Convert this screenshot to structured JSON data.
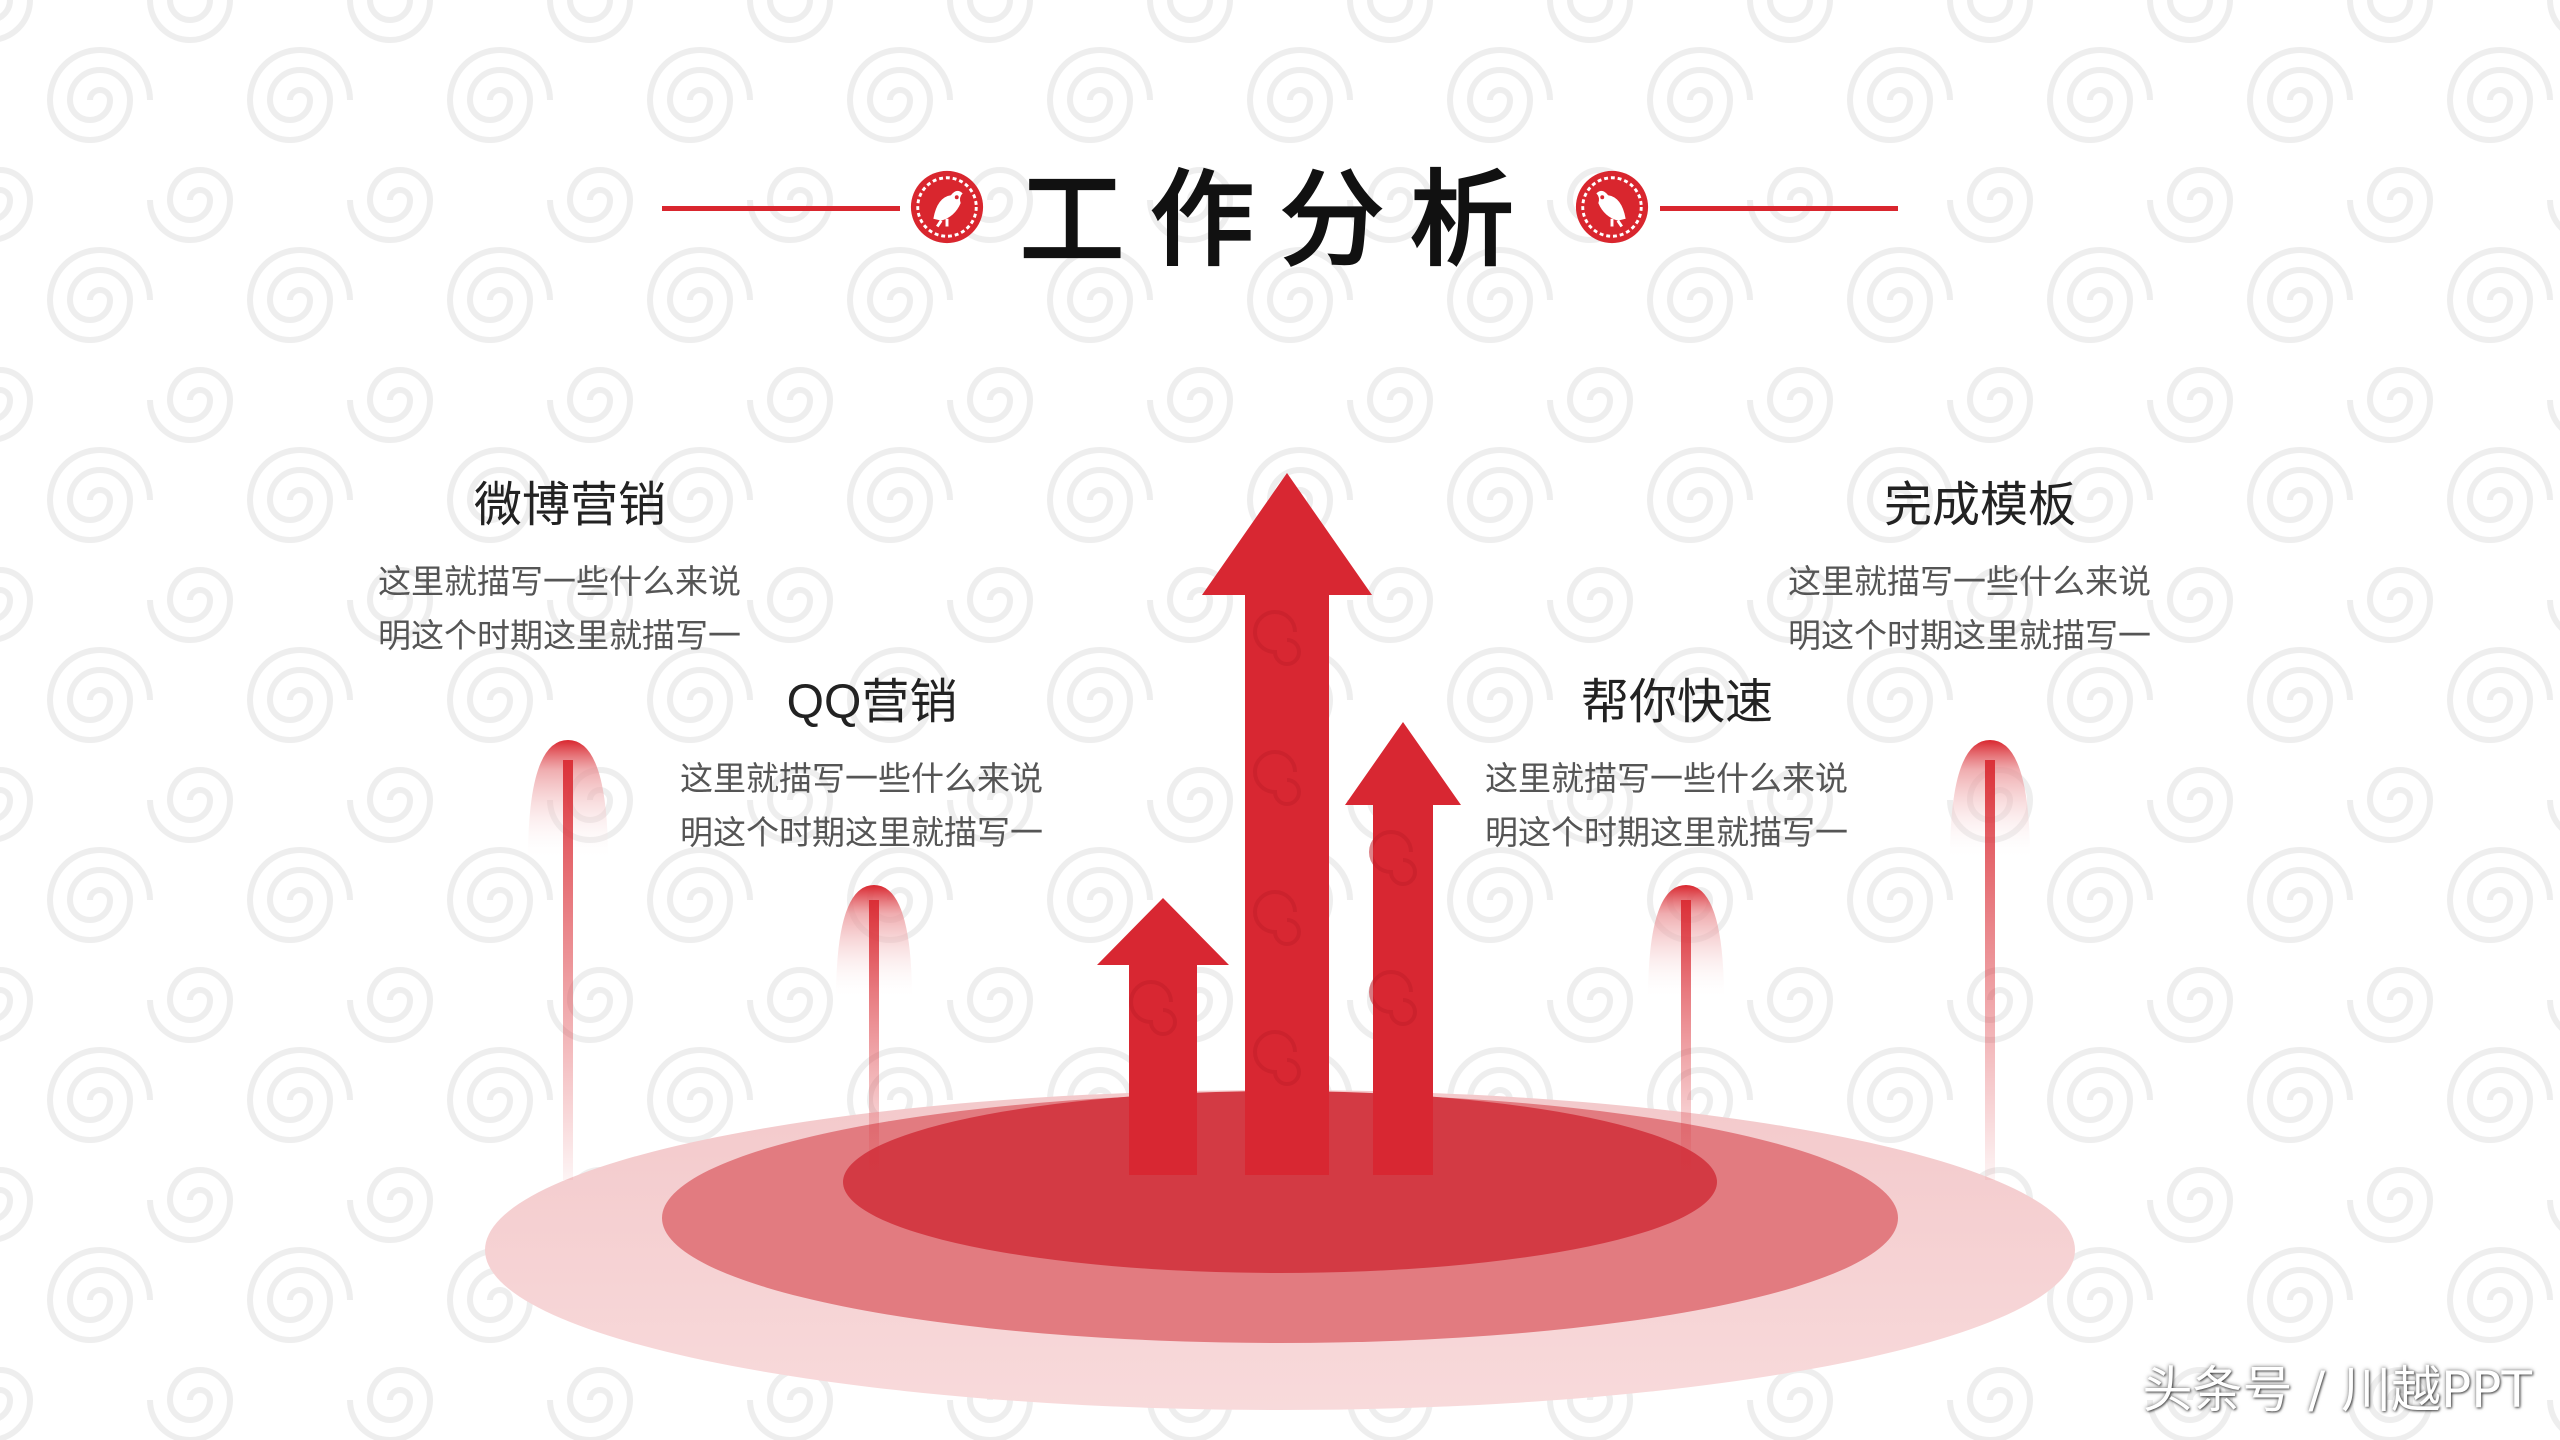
{
  "slide": {
    "title": "工作分析",
    "accent_color": "#d9262e",
    "emblem_icon": "rooster-papercut-icon"
  },
  "items": [
    {
      "heading": "微博营销",
      "desc_line1": "这里就描写一些什么来说",
      "desc_line2": "明这个时期这里就描写一"
    },
    {
      "heading": "QQ营销",
      "desc_line1": "这里就描写一些什么来说",
      "desc_line2": "明这个时期这里就描写一"
    },
    {
      "heading": "帮你快速",
      "desc_line1": "这里就描写一些什么来说",
      "desc_line2": "明这个时期这里就描写一"
    },
    {
      "heading": "完成模板",
      "desc_line1": "这里就描写一些什么来说",
      "desc_line2": "明这个时期这里就描写一"
    }
  ],
  "watermark": "头条号 / 川越PPT"
}
